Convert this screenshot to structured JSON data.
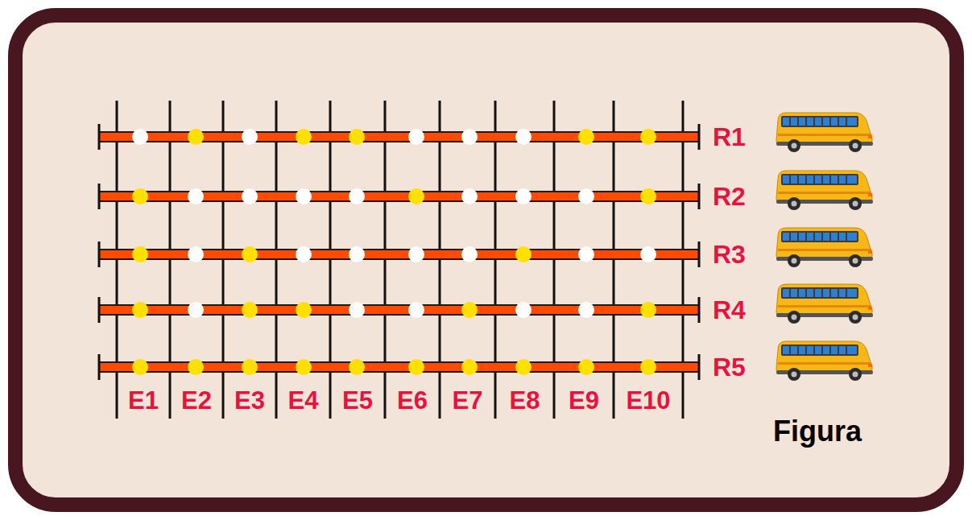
{
  "diagram": {
    "labels": [
      "R1",
      "R2",
      "R3",
      "R4",
      "R5",
      "E1",
      "E2",
      "E3",
      "E4",
      "E5",
      "E6",
      "E7",
      "E8",
      "E9",
      "E10",
      "Figura"
    ]
  }
}
